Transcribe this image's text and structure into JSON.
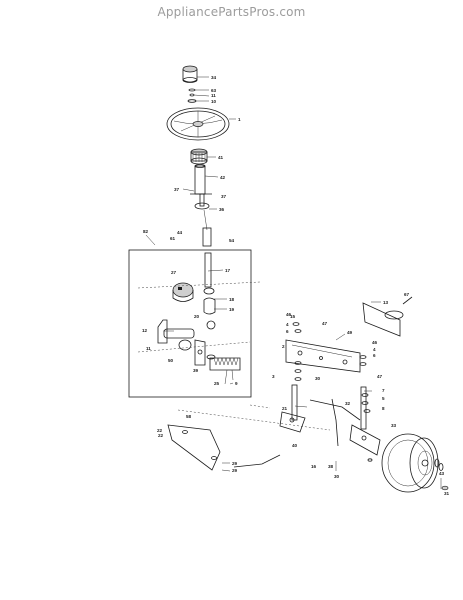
{
  "watermark": "AppliancePartsPros.com",
  "callouts": [
    {
      "id": "c34",
      "text": "34"
    },
    {
      "id": "c63",
      "text": "63"
    },
    {
      "id": "c11a",
      "text": "11"
    },
    {
      "id": "c10",
      "text": "10"
    },
    {
      "id": "c1",
      "text": "1"
    },
    {
      "id": "c41",
      "text": "41"
    },
    {
      "id": "c42",
      "text": "42"
    },
    {
      "id": "c37a",
      "text": "37"
    },
    {
      "id": "c37b",
      "text": "37"
    },
    {
      "id": "c36",
      "text": "36"
    },
    {
      "id": "c82",
      "text": "82"
    },
    {
      "id": "c44",
      "text": "44"
    },
    {
      "id": "c61",
      "text": "61"
    },
    {
      "id": "c54",
      "text": "54"
    },
    {
      "id": "c27",
      "text": "27"
    },
    {
      "id": "c17",
      "text": "17"
    },
    {
      "id": "c18",
      "text": "18"
    },
    {
      "id": "c19",
      "text": "19"
    },
    {
      "id": "c20",
      "text": "20"
    },
    {
      "id": "c12",
      "text": "12"
    },
    {
      "id": "c11b",
      "text": "11"
    },
    {
      "id": "c50",
      "text": "50"
    },
    {
      "id": "c39",
      "text": "39"
    },
    {
      "id": "c25",
      "text": "25"
    },
    {
      "id": "c9",
      "text": "9"
    },
    {
      "id": "c15",
      "text": "15"
    },
    {
      "id": "c46a",
      "text": "46"
    },
    {
      "id": "c4a",
      "text": "4"
    },
    {
      "id": "c6a",
      "text": "6"
    },
    {
      "id": "c47a",
      "text": "47"
    },
    {
      "id": "c49",
      "text": "49"
    },
    {
      "id": "c2a",
      "text": "2"
    },
    {
      "id": "c30a",
      "text": "30"
    },
    {
      "id": "c13",
      "text": "13"
    },
    {
      "id": "c67",
      "text": "67"
    },
    {
      "id": "c46b",
      "text": "46"
    },
    {
      "id": "c4b",
      "text": "4"
    },
    {
      "id": "c6b",
      "text": "6"
    },
    {
      "id": "c47b",
      "text": "47"
    },
    {
      "id": "c3",
      "text": "3"
    },
    {
      "id": "c7",
      "text": "7"
    },
    {
      "id": "c5",
      "text": "5"
    },
    {
      "id": "c32",
      "text": "32"
    },
    {
      "id": "c21",
      "text": "21"
    },
    {
      "id": "c8",
      "text": "8"
    },
    {
      "id": "c40",
      "text": "40"
    },
    {
      "id": "c33",
      "text": "33"
    },
    {
      "id": "c38",
      "text": "38"
    },
    {
      "id": "c30b",
      "text": "30"
    },
    {
      "id": "c16",
      "text": "16"
    },
    {
      "id": "c43",
      "text": "43"
    },
    {
      "id": "c31",
      "text": "31"
    },
    {
      "id": "c58",
      "text": "58"
    },
    {
      "id": "c22a",
      "text": "22"
    },
    {
      "id": "c22b",
      "text": "22"
    },
    {
      "id": "c29a",
      "text": "29"
    },
    {
      "id": "c29b",
      "text": "29"
    }
  ]
}
